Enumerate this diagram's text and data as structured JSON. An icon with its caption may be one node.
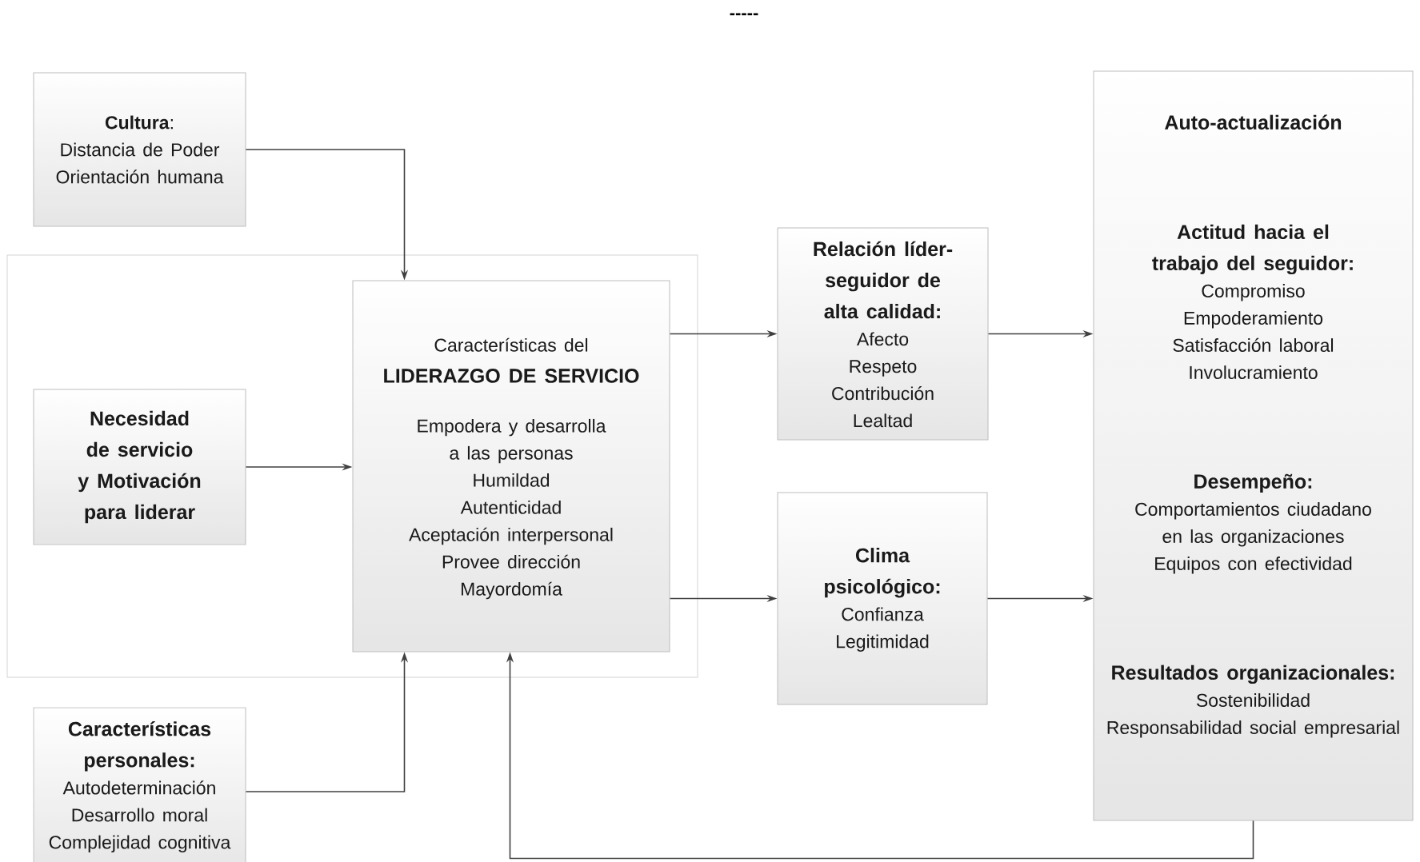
{
  "diagram": {
    "nodes": [
      {
        "text": [
          "**Cultura**:",
          "Distancia de Poder",
          "Orientación humana"
        ]
      },
      {
        "text": [],
        "shape": "box"
      },
      {
        "text": [
          "Necesidad de servicio y Motivación para liderar"
        ],
        "in": 1
      },
      {
        "text": [
          "Características del",
          "LIDERAZGO DE SERVICIO",
          "Empodera y desarrolla a las personas",
          "Humildad",
          "Autenticidad",
          "Aceptación interpersonal",
          "Provee dirección",
          "Mayordomía"
        ],
        "in": 1
      },
      {
        "text": [
          "Características personales:",
          "Autodeterminación",
          "Desarrollo moral",
          "Complejidad cognitiva"
        ]
      },
      {
        "text": [
          "Relación líder-seguidor de alta calidad:",
          "Afecto",
          "Respeto",
          "Contribución",
          "Lealtad"
        ]
      },
      {
        "text": [
          "Clima psicológico:",
          "Confianza",
          "Legitimidad"
        ]
      },
      {
        "text": [
          "Auto-actualización",
          "Actitud hacia el trabajo del seguidor:",
          "Compromiso",
          "Empoderamiento",
          "Satisfacción laboral",
          "Involucramiento",
          "Desempeño:",
          "Comportamientos ciudadano en las organizaciones",
          "Equipos con efectividad",
          "Resultados organizacionales:",
          "Sostenibilidad",
          "Responsabilidad social empresarial"
        ]
      }
    ],
    "edges": [
      {
        "from": 0,
        "to": 3,
        "arrow": "to"
      },
      {
        "from": 2,
        "to": 3,
        "arrow": "to"
      },
      {
        "from": 4,
        "to": 3,
        "arrow": "to"
      },
      {
        "from": 3,
        "to": 5,
        "arrow": "to"
      },
      {
        "from": 3,
        "to": 6,
        "arrow": "to"
      },
      {
        "from": 5,
        "to": 7,
        "arrow": "to"
      },
      {
        "from": 6,
        "to": 7,
        "arrow": "to"
      },
      {
        "from": 7,
        "to": 3,
        "arrow": "to"
      }
    ],
    "labels": [
      "-----"
    ]
  }
}
